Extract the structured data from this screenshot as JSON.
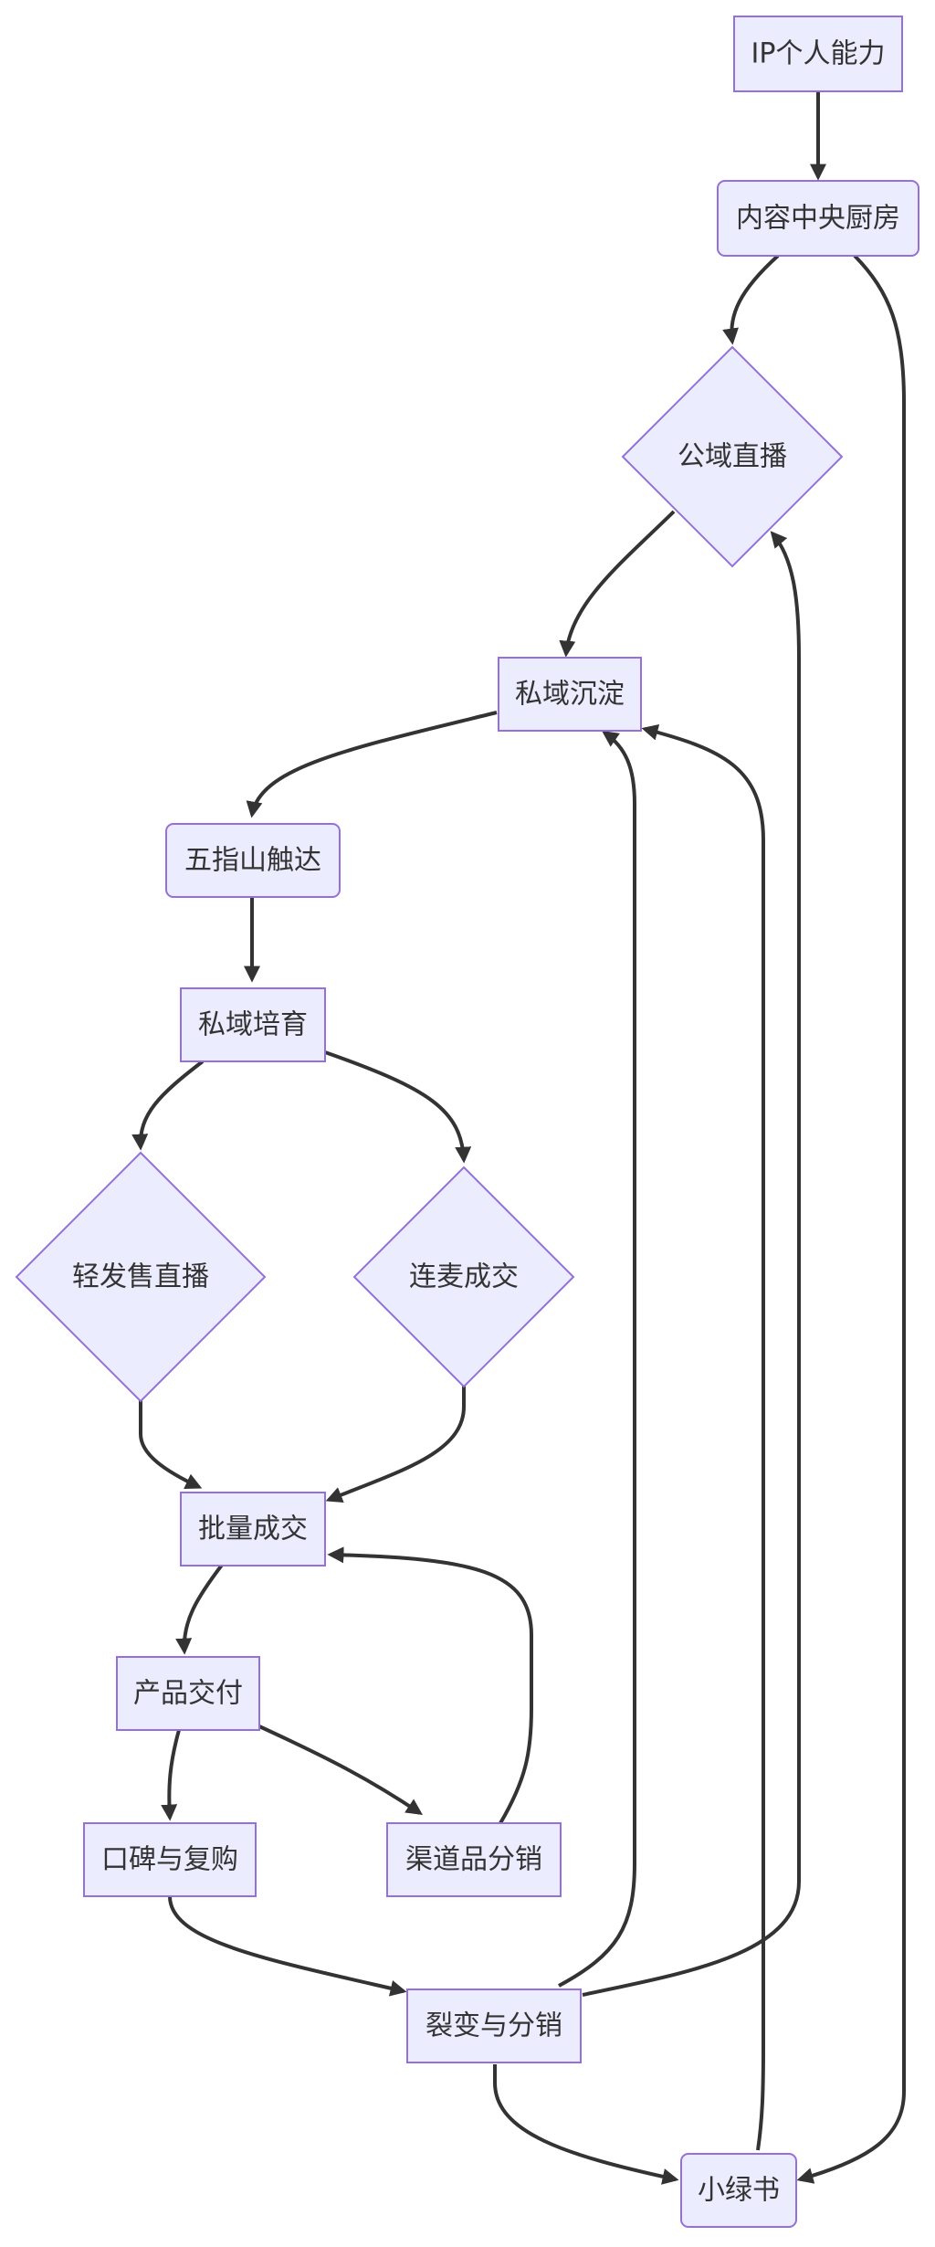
{
  "nodes": {
    "ip": "IP个人能力",
    "kitchen": "内容中央厨房",
    "public_live": "公域直播",
    "private_settle": "私域沉淀",
    "five_finger": "五指山触达",
    "private_nurture": "私域培育",
    "light_presale": "轻发售直播",
    "mic_deal": "连麦成交",
    "bulk_deal": "批量成交",
    "delivery": "产品交付",
    "word_of_mouth": "口碑与复购",
    "channel_dist": "渠道品分销",
    "fission": "裂变与分销",
    "xiaohongshu": "小绿书"
  },
  "edges": [
    [
      "ip",
      "kitchen"
    ],
    [
      "kitchen",
      "public_live"
    ],
    [
      "kitchen",
      "xiaohongshu"
    ],
    [
      "public_live",
      "private_settle"
    ],
    [
      "private_settle",
      "five_finger"
    ],
    [
      "five_finger",
      "private_nurture"
    ],
    [
      "private_nurture",
      "light_presale"
    ],
    [
      "private_nurture",
      "mic_deal"
    ],
    [
      "light_presale",
      "bulk_deal"
    ],
    [
      "mic_deal",
      "bulk_deal"
    ],
    [
      "bulk_deal",
      "delivery"
    ],
    [
      "delivery",
      "word_of_mouth"
    ],
    [
      "delivery",
      "channel_dist"
    ],
    [
      "channel_dist",
      "bulk_deal"
    ],
    [
      "word_of_mouth",
      "fission"
    ],
    [
      "fission",
      "private_settle"
    ],
    [
      "fission",
      "public_live"
    ],
    [
      "fission",
      "xiaohongshu"
    ],
    [
      "xiaohongshu",
      "private_settle"
    ]
  ],
  "colors": {
    "node_fill": "#ECECFF",
    "node_stroke": "#9370DB",
    "edge": "#333333",
    "text": "#333333"
  }
}
